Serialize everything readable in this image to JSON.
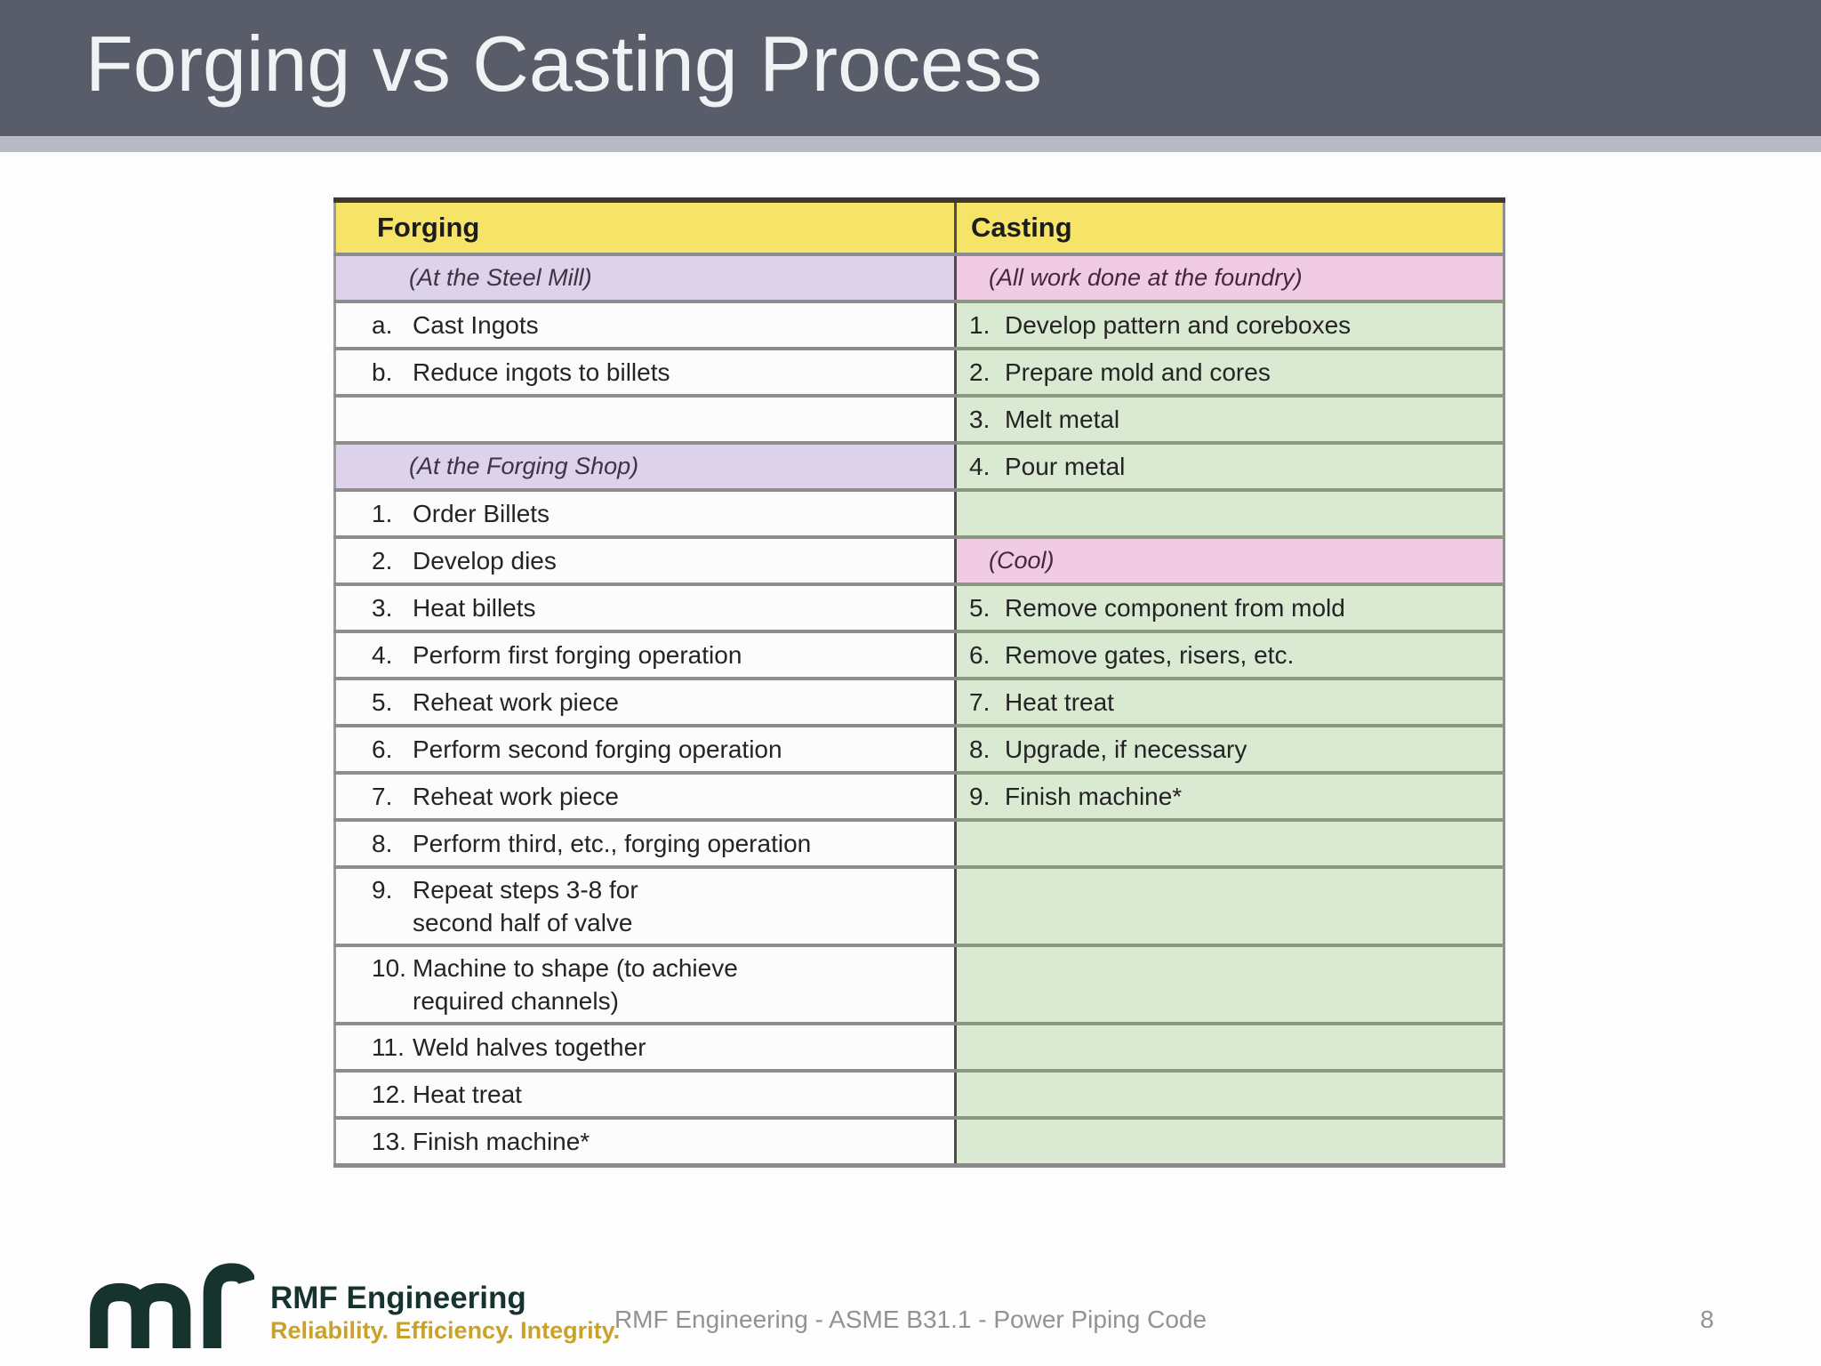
{
  "slide": {
    "title": "Forging vs Casting Process",
    "footer_text": "RMF Engineering - ASME B31.1  - Power Piping Code",
    "page_number": "8"
  },
  "logo": {
    "name": "RMF Engineering",
    "tagline": "Reliability. Efficiency. Integrity.",
    "glyph": "rmf-monogram"
  },
  "colors": {
    "title_bar": "#585d69",
    "title_text": "#eff3f4",
    "substrip": "#b8bbc5",
    "table_yellow": "#f6e468",
    "table_lavender": "#dcd2e9",
    "table_pink": "#f1cbe3",
    "table_green": "#d9e9d2",
    "grid_gray": "#8d8d8d",
    "grid_green": "#87997f",
    "logo_teal": "#17332e",
    "logo_gold": "#c9a227",
    "footer_text": "#909396"
  },
  "table": {
    "columns": [
      {
        "header": "Forging"
      },
      {
        "header": "Casting"
      }
    ],
    "rows": [
      {
        "left": {
          "kind": "label",
          "text": "(At the Steel Mill)"
        },
        "right": {
          "kind": "label",
          "text": "(All work done at the foundry)"
        }
      },
      {
        "left": {
          "kind": "item",
          "marker": "a.",
          "text": "Cast Ingots"
        },
        "right": {
          "kind": "item",
          "marker": "1.",
          "text": "Develop pattern and coreboxes"
        }
      },
      {
        "left": {
          "kind": "item",
          "marker": "b.",
          "text": "Reduce ingots to billets"
        },
        "right": {
          "kind": "item",
          "marker": "2.",
          "text": "Prepare mold and cores"
        }
      },
      {
        "left": {
          "kind": "empty"
        },
        "right": {
          "kind": "item",
          "marker": "3.",
          "text": "Melt metal"
        }
      },
      {
        "left": {
          "kind": "label",
          "text": "(At the Forging Shop)"
        },
        "right": {
          "kind": "item",
          "marker": "4.",
          "text": "Pour metal"
        }
      },
      {
        "left": {
          "kind": "item",
          "marker": "1.",
          "text": "Order Billets"
        },
        "right": {
          "kind": "empty"
        }
      },
      {
        "left": {
          "kind": "item",
          "marker": "2.",
          "text": "Develop dies"
        },
        "right": {
          "kind": "label",
          "text": "(Cool)"
        }
      },
      {
        "left": {
          "kind": "item",
          "marker": "3.",
          "text": "Heat billets"
        },
        "right": {
          "kind": "item",
          "marker": "5.",
          "text": "Remove component from mold"
        }
      },
      {
        "left": {
          "kind": "item",
          "marker": "4.",
          "text": "Perform first forging operation"
        },
        "right": {
          "kind": "item",
          "marker": "6.",
          "text": "Remove gates, risers, etc."
        }
      },
      {
        "left": {
          "kind": "item",
          "marker": "5.",
          "text": "Reheat work piece"
        },
        "right": {
          "kind": "item",
          "marker": "7.",
          "text": "Heat treat"
        }
      },
      {
        "left": {
          "kind": "item",
          "marker": "6.",
          "text": "Perform second forging operation"
        },
        "right": {
          "kind": "item",
          "marker": "8.",
          "text": "Upgrade, if necessary"
        }
      },
      {
        "left": {
          "kind": "item",
          "marker": "7.",
          "text": "Reheat work piece"
        },
        "right": {
          "kind": "item",
          "marker": "9.",
          "text": "Finish machine*"
        }
      },
      {
        "left": {
          "kind": "item",
          "marker": "8.",
          "text": "Perform third, etc., forging operation"
        },
        "right": {
          "kind": "empty"
        }
      },
      {
        "left": {
          "kind": "item",
          "marker": "9.",
          "text": "Repeat steps 3-8 for\nsecond half of valve"
        },
        "right": {
          "kind": "empty"
        }
      },
      {
        "left": {
          "kind": "item",
          "marker": "10.",
          "text": "Machine to shape (to achieve\nrequired channels)"
        },
        "right": {
          "kind": "empty"
        }
      },
      {
        "left": {
          "kind": "item",
          "marker": "11.",
          "text": "Weld halves together"
        },
        "right": {
          "kind": "empty"
        }
      },
      {
        "left": {
          "kind": "item",
          "marker": "12.",
          "text": "Heat treat"
        },
        "right": {
          "kind": "empty"
        }
      },
      {
        "left": {
          "kind": "item",
          "marker": "13.",
          "text": "Finish machine*"
        },
        "right": {
          "kind": "empty"
        }
      }
    ]
  }
}
